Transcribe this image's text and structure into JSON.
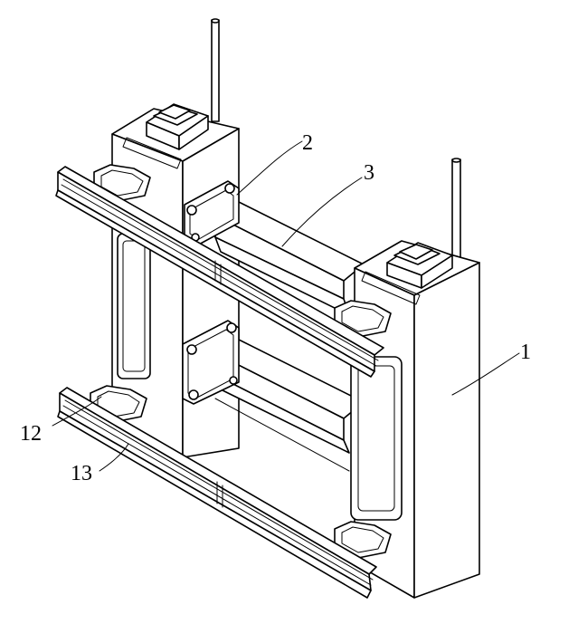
{
  "labels": {
    "l1": "1",
    "l2": "2",
    "l3": "3",
    "l12": "12",
    "l13": "13"
  }
}
